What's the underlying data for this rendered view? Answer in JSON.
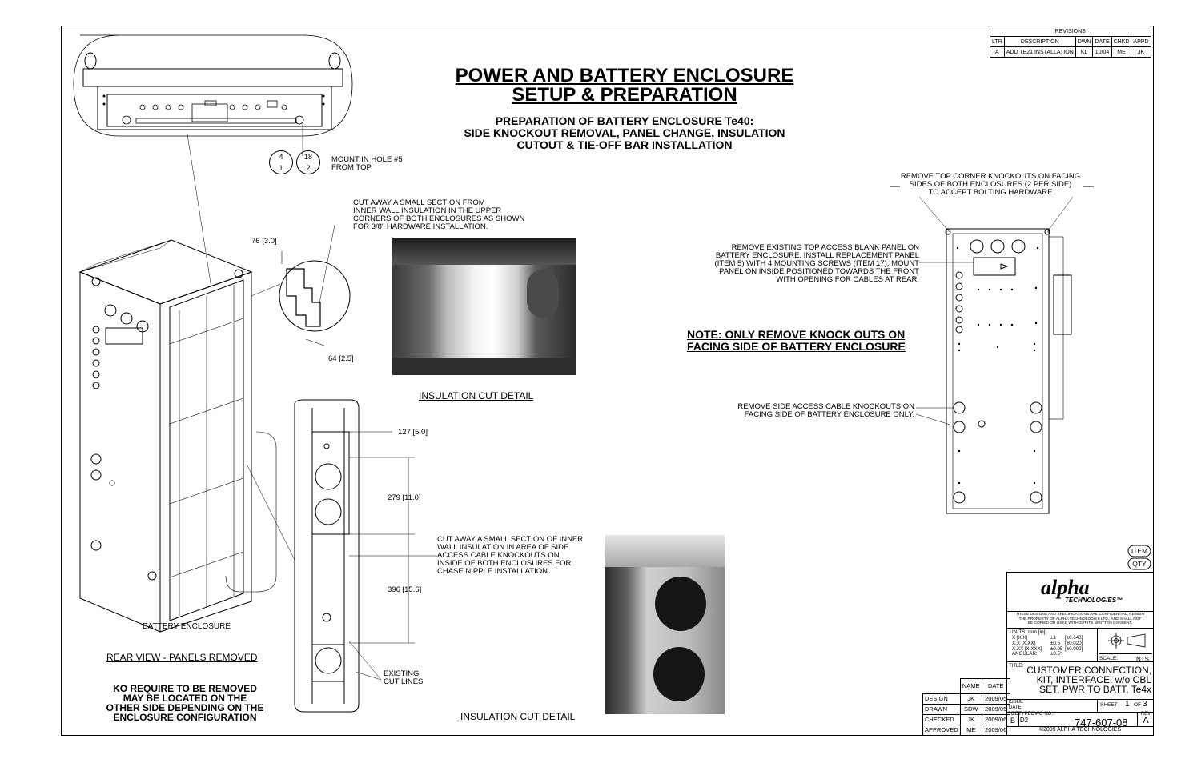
{
  "title": {
    "line1": "POWER AND BATTERY ENCLOSURE",
    "line2": "SETUP & PREPARATION",
    "sub1": "PREPARATION OF BATTERY ENCLOSURE Te40:",
    "sub2": "SIDE KNOCKOUT REMOVAL, PANEL CHANGE, INSULATION",
    "sub3": "CUTOUT & TIE-OFF BAR INSTALLATION"
  },
  "revisions": {
    "header": "REVISIONS",
    "columns": [
      "LTR",
      "DESCRIPTION",
      "DWN",
      "DATE",
      "CHKD",
      "APPD"
    ],
    "rows": [
      [
        "A",
        "ADD TE21 INSTALLATION",
        "KL",
        "10/04",
        "ME",
        "JK"
      ]
    ]
  },
  "callouts": {
    "mount_hole": [
      "MOUNT IN HOLE #5",
      "FROM TOP"
    ],
    "bubble_top": [
      "4",
      "18"
    ],
    "bubble_bottom": [
      "1",
      "2"
    ],
    "cut_insulation_upper": [
      "CUT AWAY A SMALL SECTION FROM",
      "INNER WALL INSULATION IN THE UPPER",
      "CORNERS OF BOTH ENCLOSURES AS SHOWN",
      "FOR 3/8\" HARDWARE INSTALLATION."
    ],
    "cut_insulation_side": [
      "CUT AWAY A SMALL SECTION OF INNER",
      "WALL INSULATION IN AREA OF SIDE",
      "ACCESS CABLE KNOCKOUTS ON",
      "INSIDE OF BOTH ENCLOSURES FOR",
      "CHASE NIPPLE INSTALLATION."
    ],
    "existing_cut": [
      "EXISTING",
      "CUT LINES"
    ],
    "remove_top_corner": [
      "REMOVE TOP CORNER KNOCKOUTS ON FACING",
      "SIDES OF BOTH ENCLOSURES (2 PER SIDE)",
      "TO ACCEPT BOLTING HARDWARE"
    ],
    "remove_top_access": [
      "REMOVE EXISTING TOP ACCESS BLANK PANEL ON",
      "BATTERY ENCLOSURE.  INSTALL REPLACEMENT PANEL",
      "(ITEM 5) WITH 4 MOUNTING SCREWS (ITEM 17).  MOUNT",
      "PANEL ON INSIDE POSITIONED TOWARDS THE FRONT",
      "WITH OPENING FOR CABLES AT REAR."
    ],
    "remove_side_access": [
      "REMOVE SIDE ACCESS CABLE KNOCKOUTS ON",
      "FACING SIDE OF BATTERY ENCLOSURE ONLY."
    ],
    "note_knockouts": [
      "NOTE: ONLY REMOVE KNOCK OUTS ON",
      "FACING SIDE OF BATTERY ENCLOSURE"
    ],
    "ko_require": [
      "KO REQUIRE TO BE REMOVED",
      "MAY BE LOCATED ON THE",
      "OTHER SIDE DEPENDING ON THE",
      "ENCLOSURE CONFIGURATION"
    ],
    "item": "ITEM",
    "qty": "QTY"
  },
  "dimensions": {
    "d76": "76 [3.0]",
    "d64": "64 [2.5]",
    "d127": "127 [5.0]",
    "d279": "279 [11.0]",
    "d396": "396 [15.6]"
  },
  "captions": {
    "battery_enclosure": "BATTERY ENCLOSURE",
    "rear_view": "REAR VIEW - PANELS REMOVED",
    "insulation_cut_1": "INSULATION CUT DETAIL",
    "insulation_cut_2": "INSULATION CUT DETAIL"
  },
  "title_block": {
    "logo_main": "alpha",
    "logo_sub": "TECHNOLOGIES™",
    "confidential": [
      "THESE DESIGNS AND SPECIFICATIONS ARE CONFIDENTIAL, REMAIN",
      "THE PROPERTY OF ALPHA TECHNOLOGIES LTD., AND SHALL NOT",
      "BE COPIED OR USED WITHOUT ITS WRITTEN CONSENT."
    ],
    "units": "UNITS: mm [in]",
    "tolerances": [
      [
        "X [X.X]",
        "±1",
        "[±0.040]"
      ],
      [
        "X.X [X.XX]",
        "±0.5",
        "[±0.020]"
      ],
      [
        "X.XX [X.XXX]",
        "±0.05",
        "[±0.002]"
      ],
      [
        "ANGULAR:",
        "±0.5°",
        ""
      ]
    ],
    "scale_label": "SCALE:",
    "scale_value": "NTS",
    "title_label": "TITLE:",
    "title_lines": [
      "CUSTOMER CONNECTION,",
      "KIT, INTERFACE, w/o CBL",
      "SET, PWR TO BATT, Te4x"
    ],
    "issue_date": [
      "ISSUE",
      "DATE"
    ],
    "sheet_label": "SHEET",
    "sheet_num": "1",
    "sheet_of": "OF",
    "sheet_total": "3",
    "size_label": "SIZE",
    "size_value": "B",
    "type_label": "TYPE",
    "type_value": "D2",
    "dwg_label": "DWG NO.",
    "dwg_value": "747-607-08",
    "rev_label": "REV",
    "rev_value": "A",
    "copyright": "©2009 ALPHA TECHNOLOGIES"
  },
  "approvals": {
    "columns": [
      "",
      "NAME",
      "DATE"
    ],
    "rows": [
      [
        "DESIGN",
        "JK",
        "2009/05"
      ],
      [
        "DRAWN",
        "SDW",
        "2009/05"
      ],
      [
        "CHECKED",
        "JK",
        "2009/06"
      ],
      [
        "APPROVED",
        "ME",
        "2009/06"
      ]
    ]
  }
}
